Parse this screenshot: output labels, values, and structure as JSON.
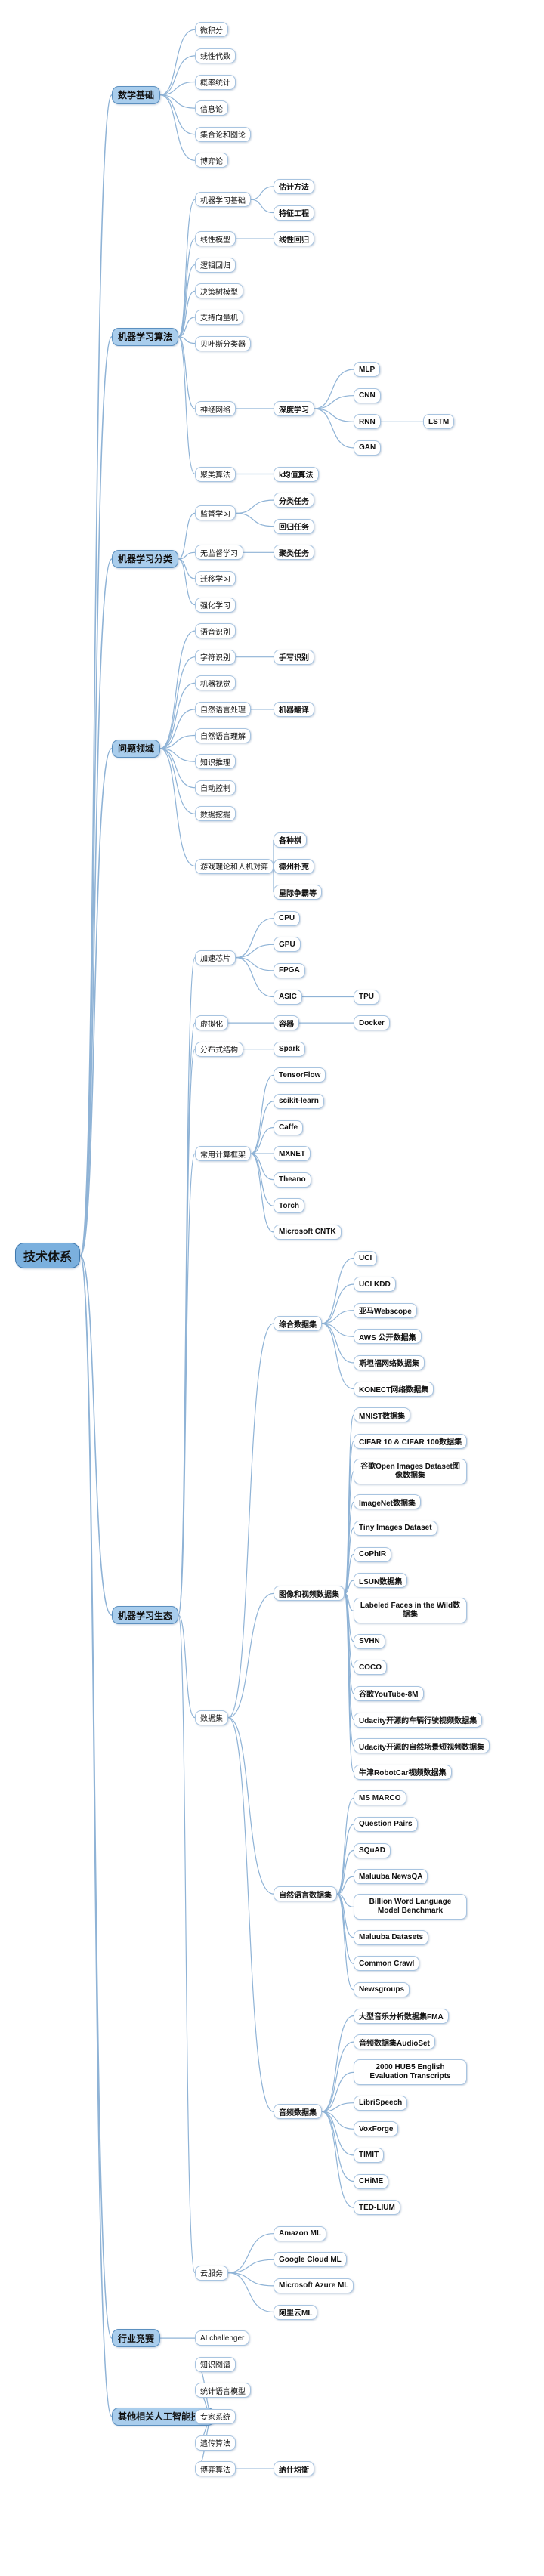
{
  "tree": {
    "label": "技术体系",
    "children": [
      {
        "label": "数学基础",
        "children": [
          {
            "label": "微积分"
          },
          {
            "label": "线性代数"
          },
          {
            "label": "概率统计"
          },
          {
            "label": "信息论"
          },
          {
            "label": "集合论和图论"
          },
          {
            "label": "博弈论"
          }
        ]
      },
      {
        "label": "机器学习算法",
        "children": [
          {
            "label": "机器学习基础",
            "children": [
              {
                "label": "估计方法"
              },
              {
                "label": "特征工程"
              }
            ]
          },
          {
            "label": "线性模型",
            "children": [
              {
                "label": "线性回归"
              }
            ]
          },
          {
            "label": "逻辑回归"
          },
          {
            "label": "决策树模型"
          },
          {
            "label": "支持向量机"
          },
          {
            "label": "贝叶斯分类器"
          },
          {
            "label": "神经网络",
            "children": [
              {
                "label": "深度学习",
                "children": [
                  {
                    "label": "MLP"
                  },
                  {
                    "label": "CNN"
                  },
                  {
                    "label": "RNN",
                    "children": [
                      {
                        "label": "LSTM"
                      }
                    ]
                  },
                  {
                    "label": "GAN"
                  }
                ]
              }
            ]
          },
          {
            "label": "聚类算法",
            "children": [
              {
                "label": "k均值算法"
              }
            ]
          }
        ]
      },
      {
        "label": "机器学习分类",
        "children": [
          {
            "label": "监督学习",
            "children": [
              {
                "label": "分类任务"
              },
              {
                "label": "回归任务"
              }
            ]
          },
          {
            "label": "无监督学习",
            "children": [
              {
                "label": "聚类任务"
              }
            ]
          },
          {
            "label": "迁移学习"
          },
          {
            "label": "强化学习"
          }
        ]
      },
      {
        "label": "问题领域",
        "children": [
          {
            "label": "语音识别"
          },
          {
            "label": "字符识别",
            "children": [
              {
                "label": "手写识别"
              }
            ]
          },
          {
            "label": "机器视觉"
          },
          {
            "label": "自然语言处理",
            "children": [
              {
                "label": "机器翻译"
              }
            ]
          },
          {
            "label": "自然语言理解"
          },
          {
            "label": "知识推理"
          },
          {
            "label": "自动控制"
          },
          {
            "label": "数据挖掘"
          },
          {
            "label": "游戏理论和人机对弈",
            "children": [
              {
                "label": "各种棋"
              },
              {
                "label": "德州扑克"
              },
              {
                "label": "星际争霸等"
              }
            ]
          }
        ]
      },
      {
        "label": "机器学习生态",
        "children": [
          {
            "label": "加速芯片",
            "children": [
              {
                "label": "CPU"
              },
              {
                "label": "GPU"
              },
              {
                "label": "FPGA"
              },
              {
                "label": "ASIC",
                "children": [
                  {
                    "label": "TPU"
                  }
                ]
              }
            ]
          },
          {
            "label": "虚拟化",
            "children": [
              {
                "label": "容器",
                "children": [
                  {
                    "label": "Docker"
                  }
                ]
              }
            ]
          },
          {
            "label": "分布式结构",
            "children": [
              {
                "label": "Spark"
              }
            ]
          },
          {
            "label": "常用计算框架",
            "children": [
              {
                "label": "TensorFlow"
              },
              {
                "label": "scikit-learn"
              },
              {
                "label": "Caffe"
              },
              {
                "label": "MXNET"
              },
              {
                "label": "Theano"
              },
              {
                "label": "Torch"
              },
              {
                "label": "Microsoft CNTK"
              }
            ]
          },
          {
            "label": "数据集",
            "children": [
              {
                "label": "综合数据集",
                "children": [
                  {
                    "label": "UCI"
                  },
                  {
                    "label": "UCI KDD"
                  },
                  {
                    "label": "亚马Webscope"
                  },
                  {
                    "label": "AWS 公开数据集"
                  },
                  {
                    "label": "斯坦福网络数据集"
                  },
                  {
                    "label": "KONECT网络数据集"
                  }
                ]
              },
              {
                "label": "图像和视频数据集",
                "children": [
                  {
                    "label": "MNIST数据集"
                  },
                  {
                    "label": "CIFAR 10 & CIFAR 100数据集"
                  },
                  {
                    "label": "谷歌Open Images Dataset图像数据集",
                    "two": true
                  },
                  {
                    "label": "ImageNet数据集"
                  },
                  {
                    "label": "Tiny Images Dataset"
                  },
                  {
                    "label": "CoPhIR"
                  },
                  {
                    "label": "LSUN数据集"
                  },
                  {
                    "label": "Labeled Faces in the Wild数据集",
                    "two": true
                  },
                  {
                    "label": "SVHN"
                  },
                  {
                    "label": "COCO"
                  },
                  {
                    "label": "谷歌YouTube-8M"
                  },
                  {
                    "label": "Udacity开源的车辆行驶视频数据集"
                  },
                  {
                    "label": "Udacity开源的自然场景短视频数据集"
                  },
                  {
                    "label": "牛津RobotCar视频数据集"
                  }
                ]
              },
              {
                "label": "自然语言数据集",
                "children": [
                  {
                    "label": "MS MARCO"
                  },
                  {
                    "label": "Question Pairs"
                  },
                  {
                    "label": "SQuAD"
                  },
                  {
                    "label": "Maluuba NewsQA"
                  },
                  {
                    "label": "Billion Word Language Model Benchmark",
                    "two": true
                  },
                  {
                    "label": "Maluuba Datasets"
                  },
                  {
                    "label": "Common Crawl"
                  },
                  {
                    "label": "Newsgroups"
                  }
                ]
              },
              {
                "label": "音频数据集",
                "children": [
                  {
                    "label": "大型音乐分析数据集FMA"
                  },
                  {
                    "label": "音频数据集AudioSet"
                  },
                  {
                    "label": "2000 HUB5 English Evaluation Transcripts",
                    "two": true
                  },
                  {
                    "label": "LibriSpeech"
                  },
                  {
                    "label": "VoxForge"
                  },
                  {
                    "label": "TIMIT"
                  },
                  {
                    "label": "CHiME"
                  },
                  {
                    "label": "TED-LIUM"
                  }
                ]
              }
            ]
          },
          {
            "label": "云服务",
            "children": [
              {
                "label": "Amazon ML"
              },
              {
                "label": "Google Cloud ML"
              },
              {
                "label": "Microsoft Azure ML"
              },
              {
                "label": "阿里云ML"
              }
            ]
          }
        ]
      },
      {
        "label": "行业竞赛",
        "children": [
          {
            "label": "AI challenger"
          }
        ]
      },
      {
        "label": "其他相关人工智能技术",
        "children": [
          {
            "label": "知识图谱"
          },
          {
            "label": "统计语言模型"
          },
          {
            "label": "专家系统"
          },
          {
            "label": "遗传算法"
          },
          {
            "label": "博弈算法",
            "children": [
              {
                "label": "纳什均衡"
              }
            ]
          }
        ]
      }
    ]
  },
  "colors": {
    "root_fill": "#7bb0de",
    "branch_fill": "#a9cdec",
    "leaf_fill": "#ffffff",
    "line": "#8fb3d6"
  }
}
